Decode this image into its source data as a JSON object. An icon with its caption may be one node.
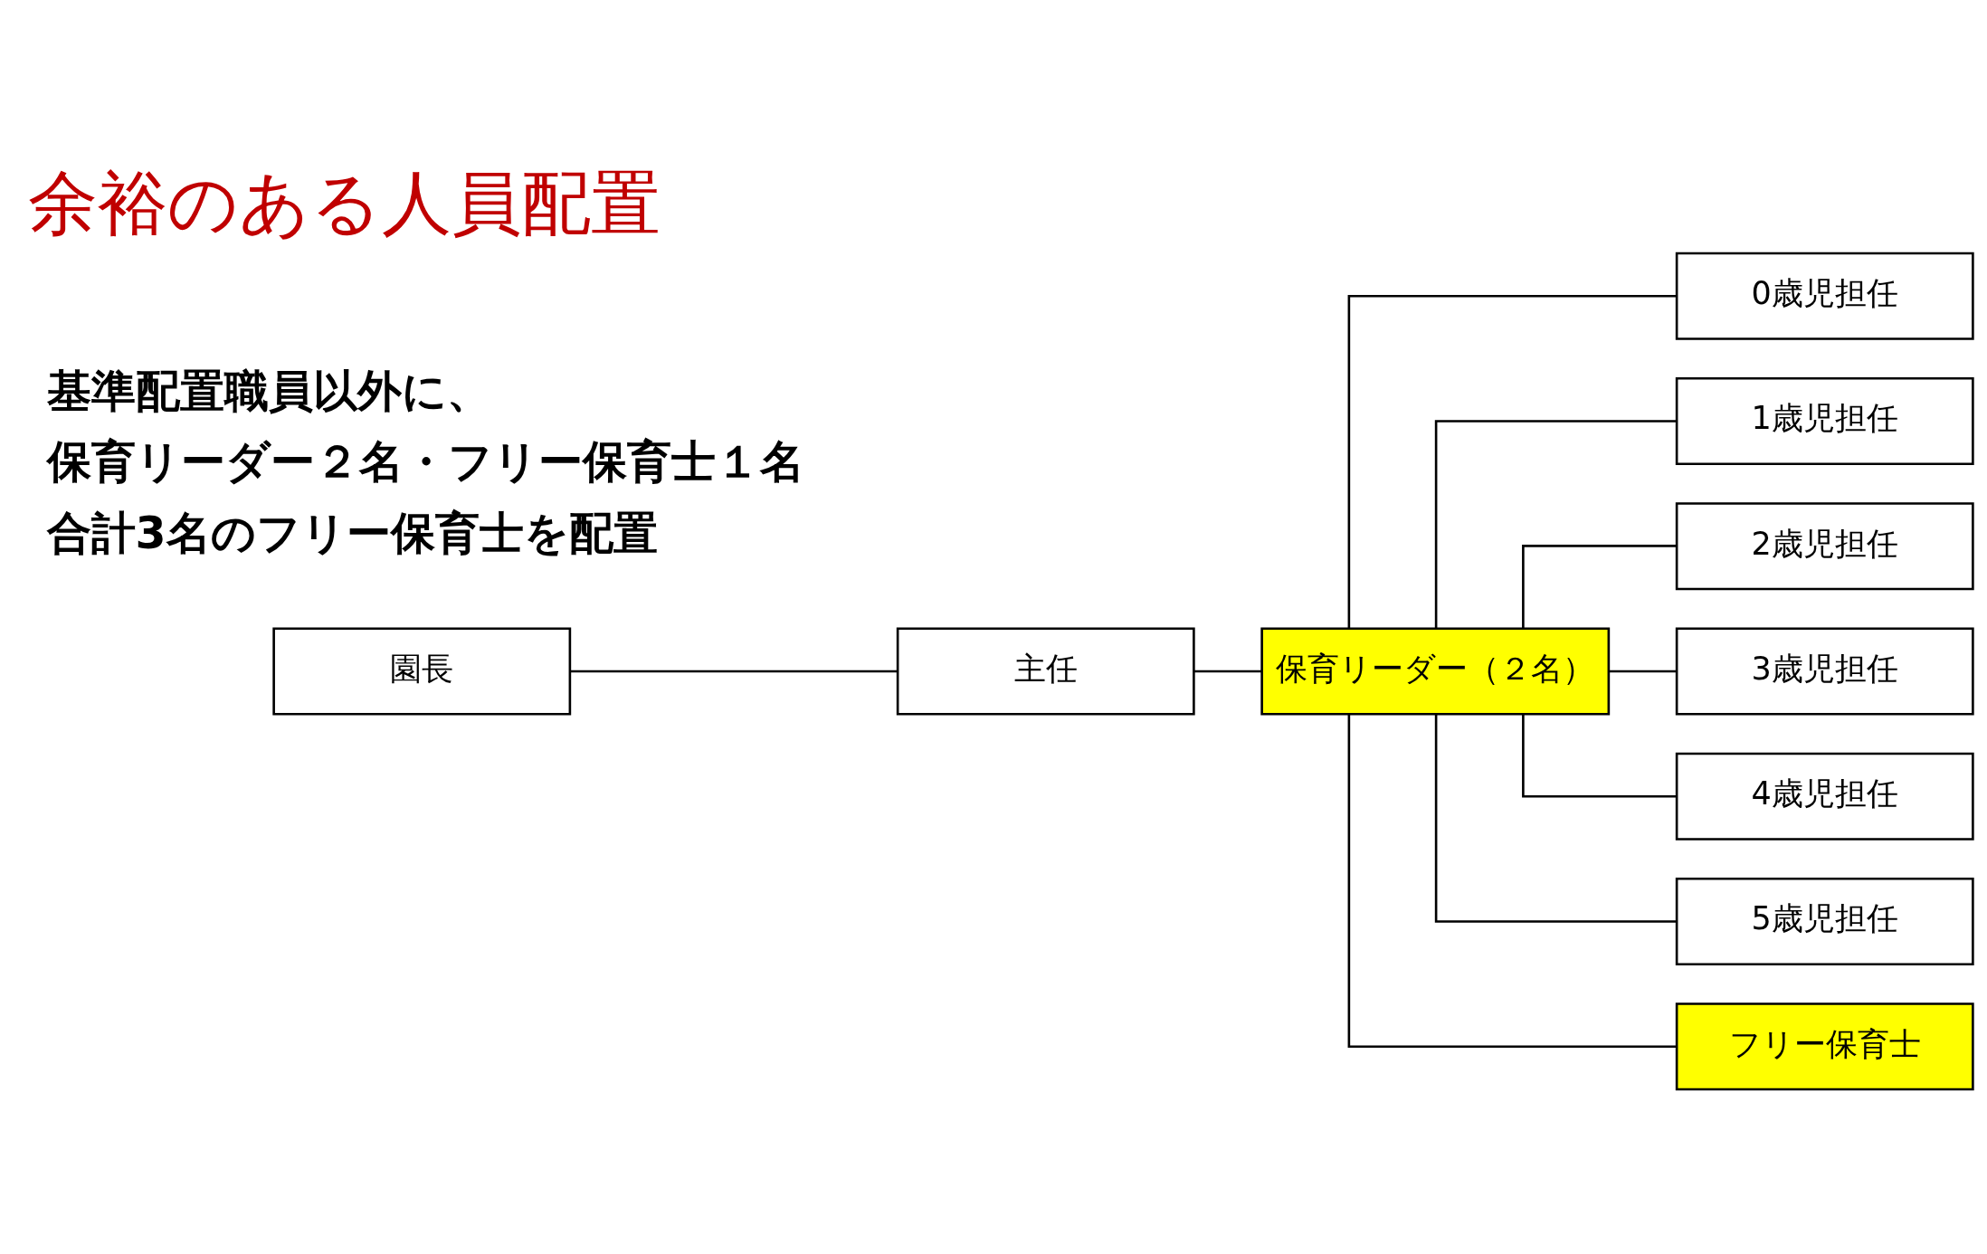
{
  "diagram": {
    "title": "余裕のある人員配置",
    "nodes": [
      {
        "text": [
          "園長"
        ]
      },
      {
        "text": [
          "主任"
        ]
      },
      {
        "text": [
          "保育リーダー（２名）"
        ]
      },
      {
        "text": [
          "0歳児担任"
        ]
      },
      {
        "text": [
          "1歳児担任"
        ]
      },
      {
        "text": [
          "2歳児担任"
        ]
      },
      {
        "text": [
          "3歳児担任"
        ]
      },
      {
        "text": [
          "4歳児担任"
        ]
      },
      {
        "text": [
          "5歳児担任"
        ]
      },
      {
        "text": [
          "フリー保育士"
        ]
      }
    ],
    "edges": [
      {
        "from": 0,
        "to": 1,
        "arrow": "none"
      },
      {
        "from": 1,
        "to": 2,
        "arrow": "none"
      },
      {
        "from": 2,
        "to": 3,
        "arrow": "none"
      },
      {
        "from": 2,
        "to": 4,
        "arrow": "none"
      },
      {
        "from": 2,
        "to": 5,
        "arrow": "none"
      },
      {
        "from": 2,
        "to": 6,
        "arrow": "none"
      },
      {
        "from": 2,
        "to": 7,
        "arrow": "none"
      },
      {
        "from": 2,
        "to": 8,
        "arrow": "none"
      },
      {
        "from": 2,
        "to": 9,
        "arrow": "none"
      }
    ],
    "labels": [
      "基準配置職員以外に、",
      "保育リーダー２名・フリー保育士１名",
      "合計3名のフリー保育士を配置"
    ]
  }
}
